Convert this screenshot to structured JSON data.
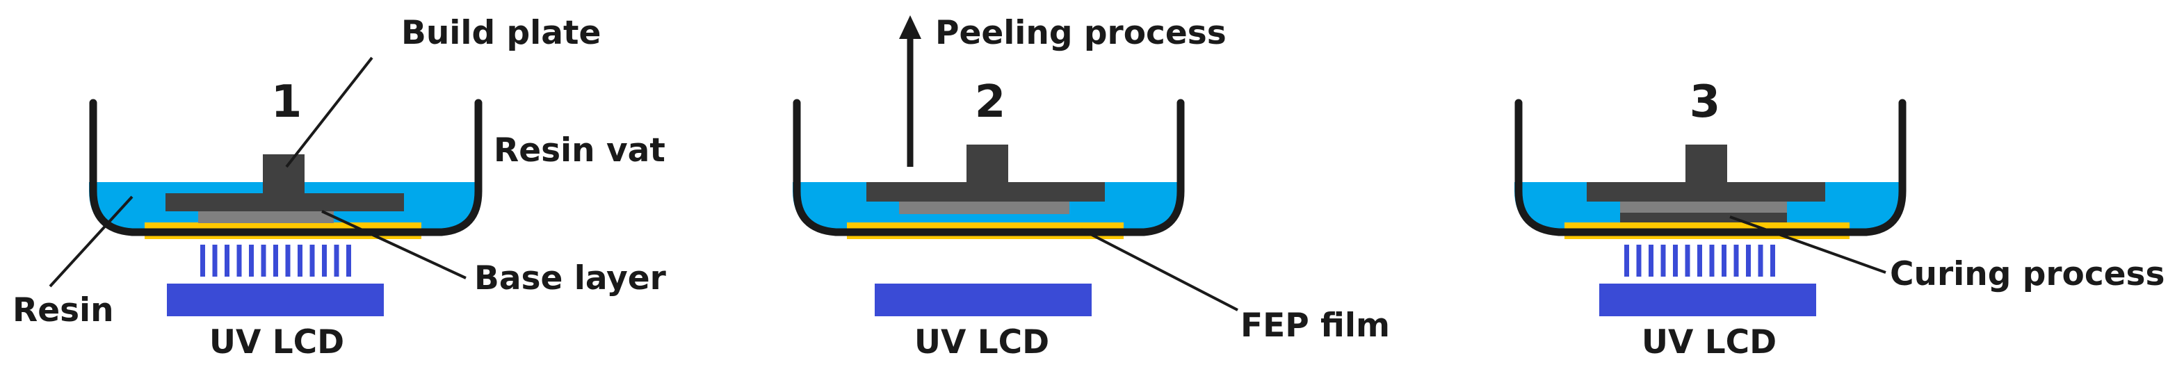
{
  "colors": {
    "resin": "#00a8ec",
    "fep_film": "#ffc800",
    "build_plate": "#404040",
    "layer": "#808080",
    "vat_wall": "#1a1a1a",
    "uv": "#3a4bd6",
    "text": "#1a1a1a"
  },
  "panel1": {
    "step_number": "1",
    "label_build_plate": "Build plate",
    "label_resin_vat": "Resin vat",
    "label_base_layer": "Base layer",
    "label_resin": "Resin",
    "label_uv_lcd": "UV LCD",
    "uv_light_on": true
  },
  "panel2": {
    "step_number": "2",
    "label_peeling": "Peeling process",
    "label_fep_film": "FEP film",
    "label_uv_lcd": "UV LCD",
    "uv_light_on": false
  },
  "panel3": {
    "step_number": "3",
    "label_curing": "Curing process",
    "label_uv_lcd": "UV LCD",
    "uv_light_on": true
  }
}
